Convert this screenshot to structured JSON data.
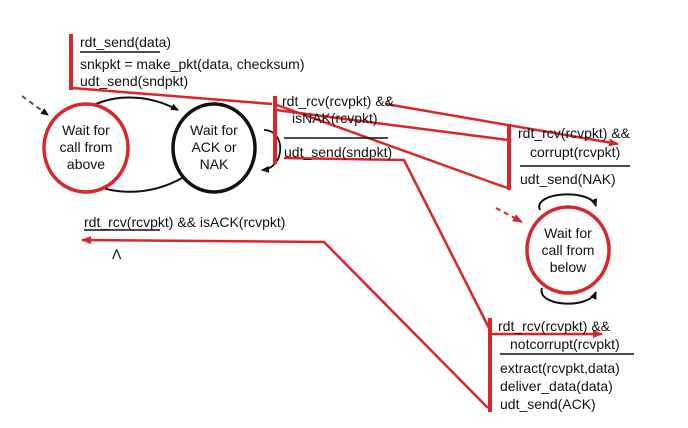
{
  "states": {
    "sender_wait_call": [
      "Wait for",
      "call from",
      "above"
    ],
    "sender_wait_ack": [
      "Wait for",
      "ACK or",
      "NAK"
    ],
    "receiver_wait_call": [
      "Wait for",
      "call from",
      "below"
    ]
  },
  "transitions": {
    "sender_send": {
      "event": "rdt_send(data)",
      "actions": [
        "snkpkt = make_pkt(data, checksum)",
        "udt_send(sndpkt)"
      ]
    },
    "sender_nak": {
      "event": [
        "rdt_rcv(rcvpkt) &&",
        "isNAK(rcvpkt)"
      ],
      "actions": [
        "udt_send(sndpkt)"
      ]
    },
    "sender_ack": {
      "event": "rdt_rcv(rcvpkt) && isACK(rcvpkt)",
      "actions": [
        "Λ"
      ]
    },
    "receiver_corrupt": {
      "event": [
        "rdt_rcv(rcvpkt) &&",
        "corrupt(rcvpkt)"
      ],
      "actions": [
        "udt_send(NAK)"
      ]
    },
    "receiver_ok": {
      "event": [
        "rdt_rcv(rcvpkt) &&",
        "notcorrupt(rcvpkt)"
      ],
      "actions": [
        "extract(rcvpkt,data)",
        "deliver_data(data)",
        "udt_send(ACK)"
      ]
    }
  },
  "colors": {
    "accent": "#d9262b",
    "state_border": "#111111",
    "text": "#111111",
    "initial_arrow": "#555555"
  }
}
